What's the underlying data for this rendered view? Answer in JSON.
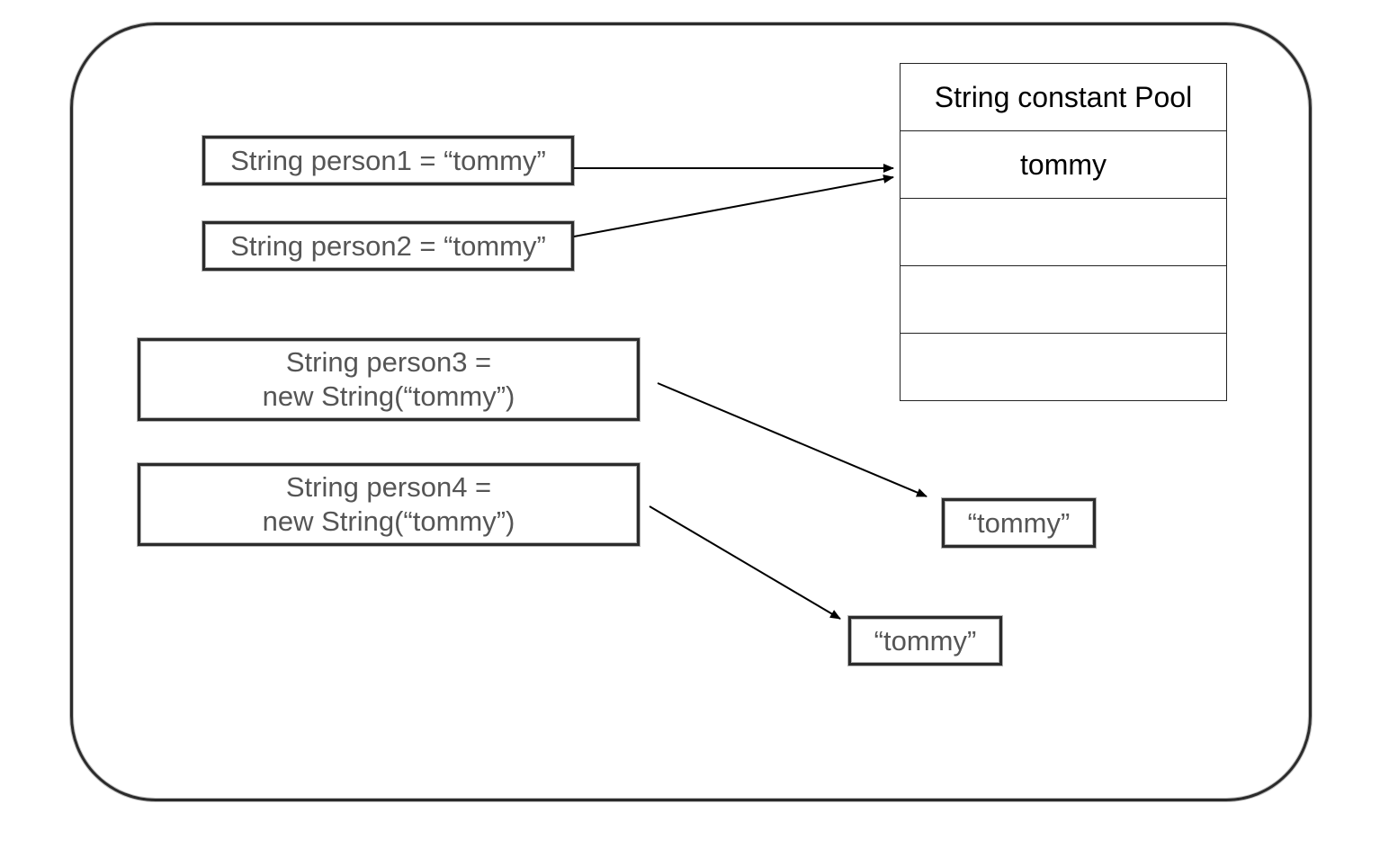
{
  "code_boxes": {
    "person1": "String person1 = “tommy”",
    "person2": "String person2 = “tommy”",
    "person3": [
      "String person3 =",
      "new String(“tommy”)"
    ],
    "person4": [
      "String person4 =",
      "new String(“tommy”)"
    ]
  },
  "pool": {
    "title": "String constant Pool",
    "entries": [
      "tommy",
      "",
      "",
      ""
    ]
  },
  "heap_objects": {
    "object1": "“tommy”",
    "object2": "“tommy”"
  }
}
